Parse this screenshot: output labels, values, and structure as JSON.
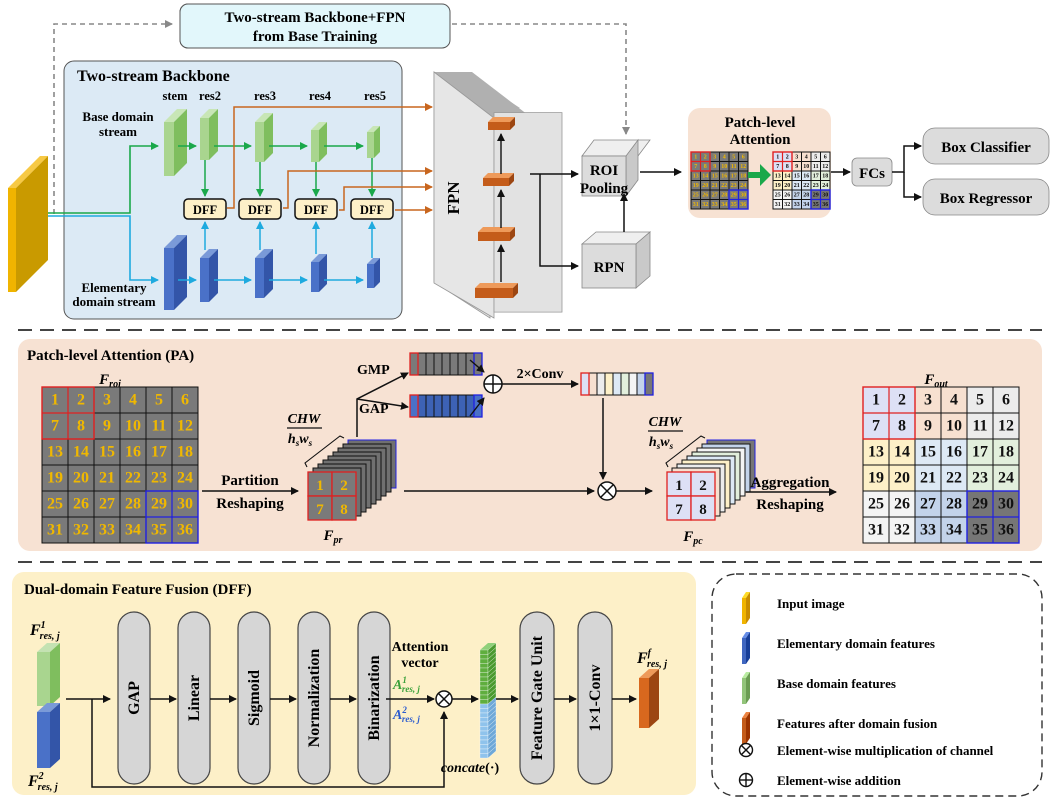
{
  "top": {
    "pretrained_box": {
      "line1": "Two-stream Backbone+FPN",
      "line2": "from  Base Training"
    },
    "backbone": {
      "title": "Two-stream Backbone",
      "stage_labels": [
        "stem",
        "res2",
        "res3",
        "res4",
        "res5"
      ],
      "base_stream_label": {
        "line1": "Base domain",
        "line2": "stream"
      },
      "elementary_stream_label": {
        "line1": "Elementary",
        "line2": "domain stream"
      },
      "dff_label": "DFF"
    },
    "fpn_label": "FPN",
    "roi_pooling": {
      "line1": "ROI",
      "line2": "Pooling"
    },
    "rpn_label": "RPN",
    "pa_box": {
      "line1": "Patch-level",
      "line2": "Attention"
    },
    "fcs_label": "FCs",
    "box_classifier_label": "Box Classifier",
    "box_regressor_label": "Box Regressor"
  },
  "pa": {
    "title": "Patch-level Attention (PA)",
    "f_roi": {
      "symbol": "F",
      "subscript": "roi"
    },
    "f_pr": {
      "symbol": "F",
      "subscript": "pr"
    },
    "f_pc": {
      "symbol": "F",
      "subscript": "pc"
    },
    "f_out": {
      "symbol": "F",
      "subscript": "out"
    },
    "grid_numbers": [
      "1",
      "2",
      "3",
      "4",
      "5",
      "6",
      "7",
      "8",
      "9",
      "10",
      "11",
      "12",
      "13",
      "14",
      "15",
      "16",
      "17",
      "18",
      "19",
      "20",
      "21",
      "22",
      "23",
      "24",
      "25",
      "26",
      "27",
      "28",
      "29",
      "30",
      "31",
      "32",
      "33",
      "34",
      "35",
      "36"
    ],
    "patch_numbers": [
      "1",
      "2",
      "7",
      "8"
    ],
    "fraction_num": "CHW",
    "fraction_den": "h",
    "fraction_den_sub1": "s",
    "fraction_den_mid": "w",
    "fraction_den_sub2": "s",
    "partition_label": {
      "line1": "Partition",
      "line2": "Reshaping"
    },
    "aggregation_label": {
      "line1": "Aggregation",
      "line2": "Reshaping"
    },
    "gmp_label": "GMP",
    "gap_label": "GAP",
    "conv_label": "2×Conv",
    "colors": {
      "roi_cell": "#7a7a7a",
      "roi_text": "#f0b800",
      "out_patch_colors": [
        "#dde0f5",
        "#f7e0d0",
        "#ececec",
        "#fdf0c8",
        "#dde9f5",
        "#e2efdc",
        "#f4f4f4",
        "#c3d3ea",
        "#767676"
      ]
    }
  },
  "dff": {
    "title": "Dual-domain Feature Fusion (DFF)",
    "input1": {
      "symbol": "F",
      "sup": "1",
      "sub": "res, j"
    },
    "input2": {
      "symbol": "F",
      "sup": "2",
      "sub": "res, j"
    },
    "output": {
      "symbol": "F",
      "sup": "f",
      "sub": "res, j"
    },
    "blocks": [
      "GAP",
      "Linear",
      "Sigmoid",
      "Normalization",
      "Binarization"
    ],
    "attention_label": {
      "line1": "Attention",
      "line2": "vector"
    },
    "a1": {
      "symbol": "A",
      "sup": "1",
      "sub": "res, j"
    },
    "a2": {
      "symbol": "A",
      "sup": "2",
      "sub": "res, j"
    },
    "concat_label": "concate",
    "concat_paren": "(·)",
    "gate_label": "Feature Gate Unit",
    "conv_label": "1×1-Conv"
  },
  "legend": {
    "items": [
      {
        "icon": "yellow-block-icon",
        "label": "Input image",
        "color": "#f0b400"
      },
      {
        "icon": "blue-block-icon",
        "label": "Elementary domain features",
        "color": "#3f66c0"
      },
      {
        "icon": "green-block-icon",
        "label": "Base domain features",
        "color": "#92c47a"
      },
      {
        "icon": "orange-block-icon",
        "label": "Features after domain fusion",
        "color": "#c45c1a"
      },
      {
        "icon": "otimes-icon",
        "label": "Element-wise multiplication of channel",
        "glyph": "⊗"
      },
      {
        "icon": "oplus-icon",
        "label": "Element-wise addition",
        "glyph": "⊕"
      }
    ]
  }
}
